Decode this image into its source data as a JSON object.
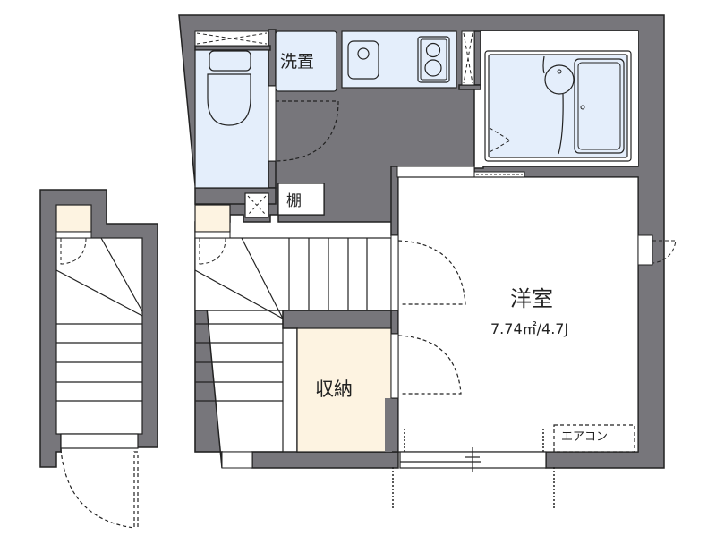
{
  "floorplan": {
    "rooms": {
      "western_room": {
        "name": "洋室",
        "area": "7.74㎡/4.7J"
      },
      "washroom": {
        "name": "洗置"
      },
      "shelf": {
        "name": "棚"
      },
      "storage": {
        "name": "収納"
      }
    },
    "fixtures": {
      "air_conditioner": {
        "label": "エアコン"
      }
    },
    "colors": {
      "wall": "#77767b",
      "wet_area": "#e4eefb",
      "storage_fill": "#fdf3e1",
      "line": "#222222",
      "background": "#ffffff"
    }
  }
}
